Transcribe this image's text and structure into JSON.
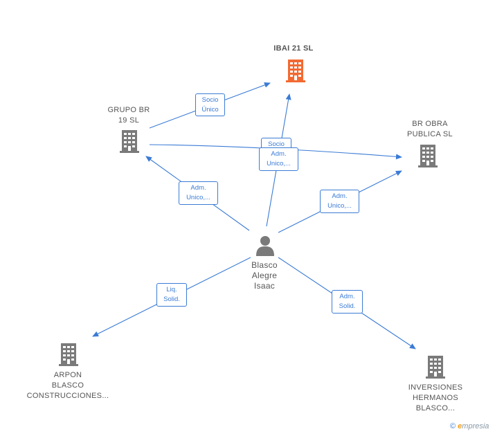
{
  "colors": {
    "edge": "#3a7bd5",
    "building": "#7a7a7a",
    "highlight": "#f26a32",
    "person": "#7a7a7a"
  },
  "nodes": {
    "ibai": {
      "label": "IBAI 21  SL",
      "icon": "building-icon"
    },
    "grupo": {
      "label": "GRUPO BR\n19  SL",
      "icon": "building-icon"
    },
    "obra": {
      "label": "BR OBRA\nPUBLICA  SL",
      "icon": "building-icon"
    },
    "person": {
      "label": "Blasco\nAlegre\nIsaac",
      "icon": "person-icon"
    },
    "arpon": {
      "label": "ARPON\nBLASCO\nCONSTRUCCIONES...",
      "icon": "building-icon"
    },
    "inversiones": {
      "label": "INVERSIONES\nHERMANOS\nBLASCO...",
      "icon": "building-icon"
    }
  },
  "edges": {
    "grupo_ibai": "Socio\nÚnico",
    "grupo_obra": "Socio",
    "person_ibai": "Adm.\nUnico,...",
    "person_grupo": "Adm.\nUnico,...",
    "person_obra": "Adm.\nUnico,...",
    "person_arpon": "Liq.\nSolid.",
    "person_inversiones": "Adm.\nSolid."
  },
  "footer": {
    "copyright": "©",
    "brand_initial": "e",
    "brand_rest": "mpresia"
  }
}
